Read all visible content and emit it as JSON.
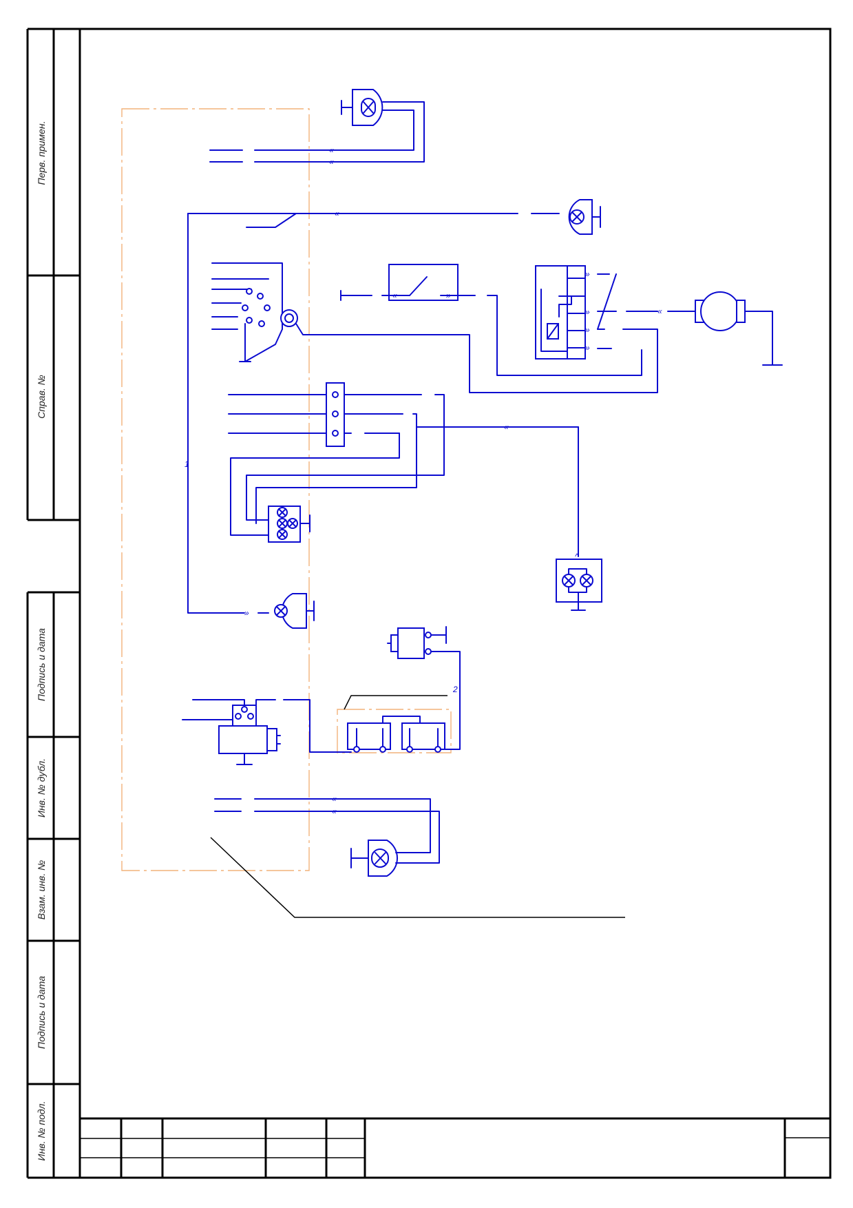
{
  "side_stamp": {
    "labels": [
      "Перв. примен.",
      "Справ. №",
      "Подпись и дата",
      "Инв. № дубл.",
      "Взам. инв. №",
      "Подпись и дата",
      "Инв. № подл."
    ]
  },
  "markers": {
    "left_bus": "1",
    "lower_bus": "2"
  },
  "colors": {
    "wire": "#0b0bd0",
    "outline": "#f2b27a",
    "frame": "#000000"
  },
  "components": [
    "headlamp-top",
    "side-lamp",
    "ignition-switch",
    "fuse-block",
    "tail-lamp-cluster",
    "relay",
    "wiper-motor",
    "switch",
    "plate-lamp",
    "indicator-lamp",
    "starter",
    "battery-left",
    "battery-right",
    "horn",
    "headlamp-bottom"
  ]
}
